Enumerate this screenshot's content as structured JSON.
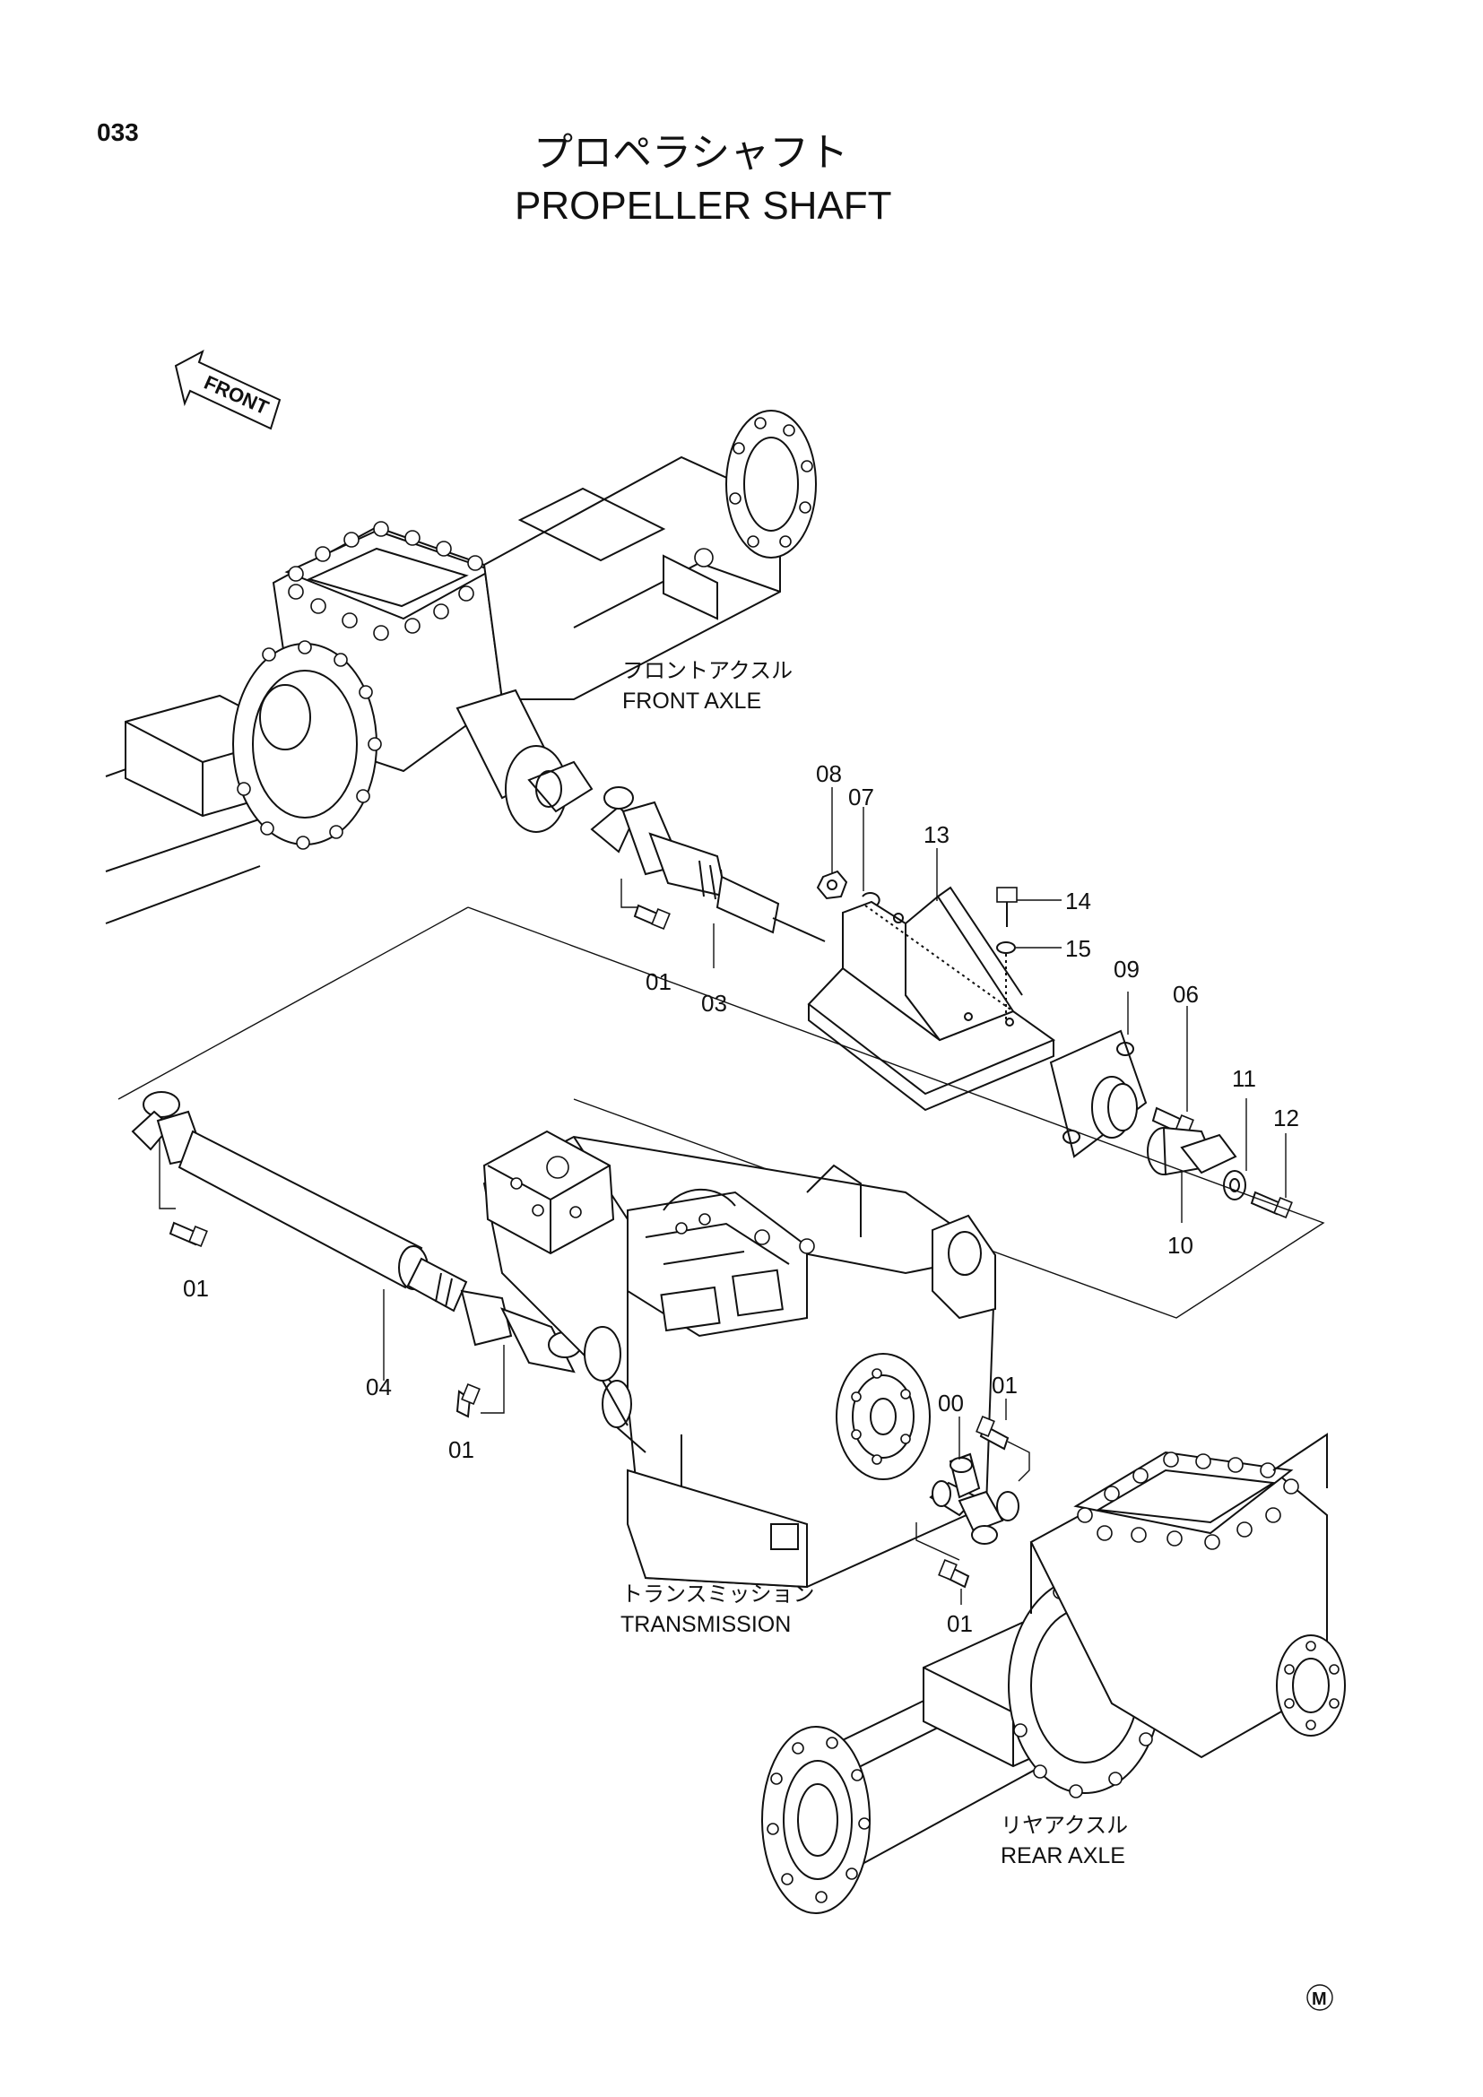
{
  "page_number": "033",
  "title_jp": "プロペラシャフト",
  "title_en": "PROPELLER SHAFT",
  "front_arrow_label": "FRONT",
  "front_axle": {
    "jp": "フロントアクスル",
    "en": "FRONT AXLE"
  },
  "transmission": {
    "jp": "トランスミッション",
    "en": "TRANSMISSION"
  },
  "rear_axle": {
    "jp": "リヤアクスル",
    "en": "REAR AXLE"
  },
  "callouts": {
    "p08": "08",
    "p07": "07",
    "p13": "13",
    "p14": "14",
    "p15": "15",
    "p09": "09",
    "p06": "06",
    "p11": "11",
    "p12": "12",
    "p10": "10",
    "p01_a": "01",
    "p03": "03",
    "p01_b": "01",
    "p04": "04",
    "p01_c": "01",
    "p00": "00",
    "p01_d": "01",
    "p01_e": "01"
  },
  "mark": "M"
}
